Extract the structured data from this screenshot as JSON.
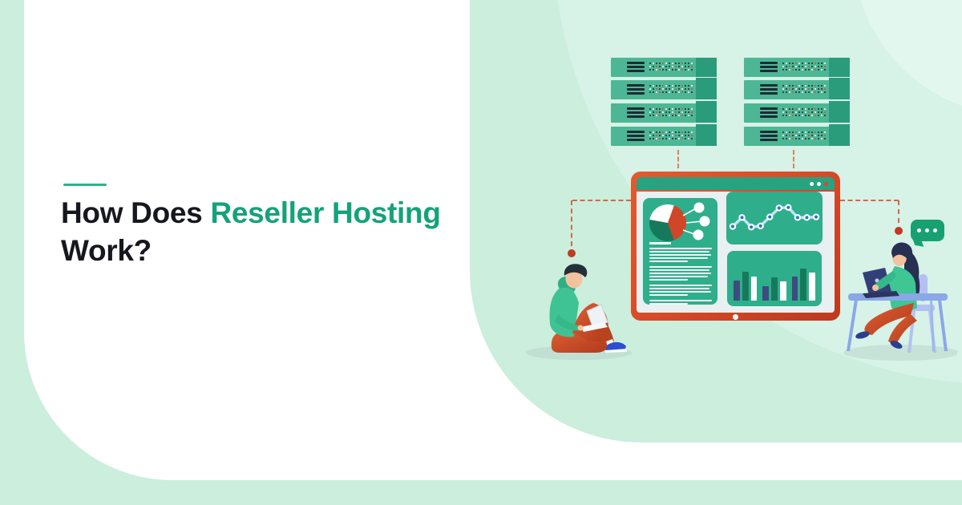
{
  "title": {
    "prefix": "How Does",
    "highlight": "Reseller Hosting",
    "suffix": "Work?"
  },
  "colors": {
    "background_mint": "#cbeedd",
    "mint_light_sweep": "#d7f2e7",
    "mint_lighter_corner": "#e2f7ee",
    "card_white": "#ffffff",
    "title_dark": "#17171f",
    "title_green": "#14a27a",
    "accent_bar_green": "#2bb389",
    "server_body": "#4db795",
    "server_cap": "#2a9c7c",
    "server_slot_dark": "#1c2b33",
    "monitor_frame_orange": "#d94c28",
    "monitor_topbar_green": "#29a27f",
    "monitor_body_gray": "#e9f0f1",
    "panel_green": "#2fae8c",
    "pie_red": "#cf4728",
    "pie_dark_green": "#17795b",
    "line_stroke_blue": "#bfe3f6",
    "line_dot_blue": "#1f78c8",
    "bar_navy": "#3e4b80",
    "bar_green": "#17795b",
    "bar_white": "#ffffff",
    "connector_orange": "#cf6b48",
    "connector_dot_red": "#c13a20",
    "bubble_green": "#17a173",
    "desk_blue": "#8aa7e8",
    "chair_blue": "#b3c1f2",
    "skin": "#f4c29c",
    "hoodie_green": "#3fc394",
    "pants_red": "#c9441f",
    "shoe_blue": "#2b4fd0",
    "laptop_navy": "#333f77",
    "ground_shadow": "#b9d6ca"
  },
  "illustration": {
    "server_racks": {
      "columns": 2,
      "units_per_column": 4,
      "slot_bars_per_unit": 3,
      "dot_colors": {
        "n": "#1c2b33",
        "w": "#ffffff",
        "r": "#e2492f"
      },
      "dot_rows": [
        "nwnnrwnwnnrnnw",
        "wnrnwnnwrnwnnr",
        "nnwrnnwnnwrnwn"
      ]
    },
    "monitor": {
      "window_dots": [
        "#ffffff",
        "#ffffff",
        "#e8402a"
      ],
      "home_dot_color": "#ffffff",
      "chart_data": [
        {
          "type": "pie",
          "slices": [
            {
              "label": "segment-red",
              "value": 39,
              "color": "#cf4728"
            },
            {
              "label": "segment-dark-green",
              "value": 33,
              "color": "#17795b"
            },
            {
              "label": "segment-white",
              "value": 28,
              "color": "#ffffff"
            }
          ],
          "callout_circles": 3
        },
        {
          "type": "line",
          "points_pct_from_top": [
            66,
            49,
            67,
            65,
            48,
            31,
            30,
            49,
            49,
            48
          ]
        },
        {
          "type": "bar",
          "values_pct": [
            46,
            67,
            55,
            33,
            54,
            45,
            55,
            75,
            64
          ],
          "color_sequence": [
            "navy",
            "green",
            "white"
          ]
        }
      ],
      "text_placeholder_groups": [
        1,
        5,
        5,
        4,
        2
      ]
    },
    "chat_bubble": {
      "dots": 3
    },
    "people": [
      "person-sitting-on-floor-with-laptop",
      "person-at-desk-with-laptop"
    ]
  }
}
